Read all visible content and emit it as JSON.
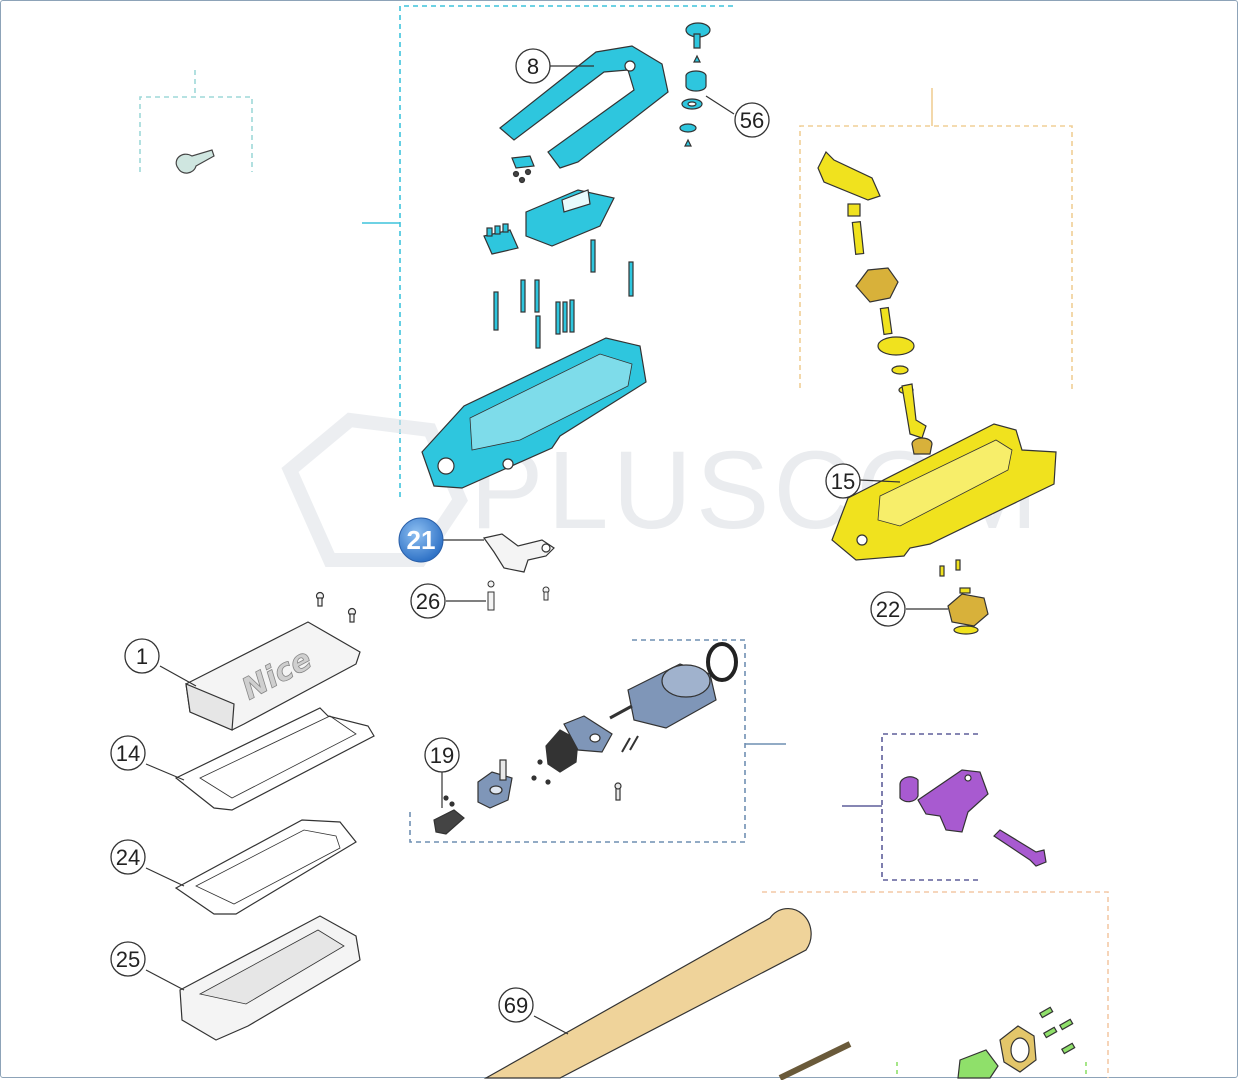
{
  "watermark": {
    "text": "PLUSCOM"
  },
  "brand_logo": {
    "text": "Nice"
  },
  "highlighted_callout": {
    "label": "21",
    "color": "#3f86d8"
  },
  "callouts": [
    {
      "id": "8",
      "label": "8"
    },
    {
      "id": "56",
      "label": "56"
    },
    {
      "id": "15",
      "label": "15"
    },
    {
      "id": "22",
      "label": "22"
    },
    {
      "id": "26",
      "label": "26"
    },
    {
      "id": "1",
      "label": "1"
    },
    {
      "id": "14",
      "label": "14"
    },
    {
      "id": "24",
      "label": "24"
    },
    {
      "id": "25",
      "label": "25"
    },
    {
      "id": "19",
      "label": "19"
    },
    {
      "id": "69",
      "label": "69"
    }
  ],
  "colors": {
    "cyan_group": "#2ec6de",
    "yellow_group": "#f0e21e",
    "motor_group": "#7f96b8",
    "purple_group": "#a85ad0",
    "tube": "#efd39a",
    "green_group": "#8fe06a",
    "grey_parts": "#f2f2f2"
  }
}
